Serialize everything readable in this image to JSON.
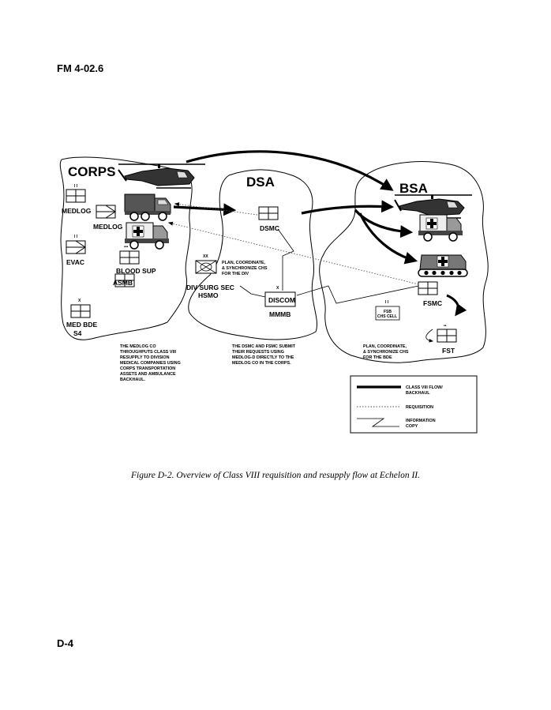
{
  "page": {
    "header": "FM 4-02.6",
    "footer": "D-4",
    "caption": "Figure D-2.  Overview of Class VIII requisition and resupply flow at Echelon II."
  },
  "regions": {
    "corps": "CORPS",
    "dsa": "DSA",
    "bsa": "BSA"
  },
  "units": {
    "medlog1": {
      "label": "MEDLOG",
      "echelon": "I I"
    },
    "medlog2": {
      "label": "MEDLOG"
    },
    "evac": {
      "label": "EVAC",
      "echelon": "I I"
    },
    "blood_sup": {
      "label": "BLOOD SUP",
      "echelon": "•••"
    },
    "asmb": {
      "label": "ASMB"
    },
    "med_bde": {
      "label1": "MED BDE",
      "label2": "S4",
      "echelon": "X"
    },
    "dsmc": {
      "label": "DSMC"
    },
    "div_surg": {
      "label1": "DIV SURG SEC",
      "label2": "HSMO",
      "echelon": "XX"
    },
    "discom": {
      "label": "DISCOM",
      "sublabel": "MMMB",
      "echelon": "X"
    },
    "fsmc": {
      "label": "FSMC"
    },
    "fsb_chs": {
      "line1": "FSB",
      "line2": "CHS CELL",
      "echelon": "I I"
    },
    "fst": {
      "label": "FST",
      "echelon": "••"
    }
  },
  "notes": {
    "div_surg_note": [
      "PLAN, COORDINATE,",
      "& SYNCHRONIZE CHS",
      "FOR THE DIV"
    ],
    "corps_note": [
      "THE MEDLOG CO",
      "THROUGHPUTS CLASS VIII",
      "RESUPPLY TO DIVISION",
      "MEDICAL COMPANIES  USING",
      "CORPS TRANSPORTATION",
      "ASSETS AND AMBULANCE",
      "BACKHAUL."
    ],
    "dsa_note": [
      "THE DSMC AND FSMC  SUBMIT",
      "THEIR REQUESTS  USING",
      "MEDLOG-D DIRECTLY TO THE",
      "MEDLOG CO IN THE CORPS."
    ],
    "bsa_note": [
      "PLAN, COORDINATE,",
      "& SYNCHRONIZE CHS",
      "FOR THE BDE"
    ]
  },
  "legend": {
    "flow": [
      "CLASS VIII FLOW/",
      "BACKHAUL"
    ],
    "requisition": "REQUISITION",
    "info": [
      "INFORMATION",
      "COPY"
    ]
  },
  "vehicle_icons": [
    "helicopter-icon",
    "truck-icon",
    "ambulance-icon",
    "tracked-ambulance-icon"
  ]
}
